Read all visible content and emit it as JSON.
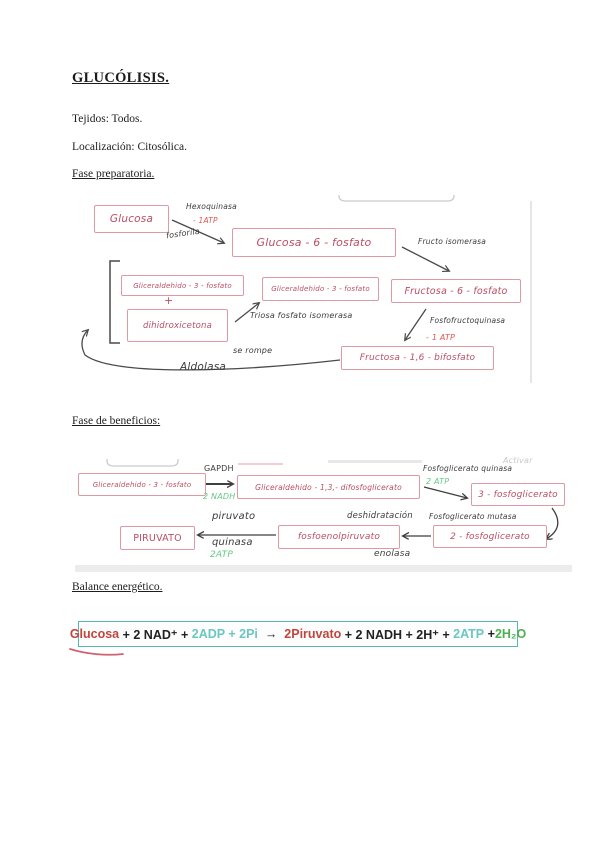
{
  "page": {
    "title": "GLUCÓLISIS.",
    "tejidos": "Tejidos: Todos.",
    "localizacion": "Localización: Citosólica.",
    "fase_preparatoria": "Fase preparatoria.",
    "fase_beneficios": "Fase de beneficios:",
    "balance": "Balance energético."
  },
  "colors": {
    "handwriting_pink": "#bb4f64",
    "box_border_pink": "#dd9aa5",
    "ink": "#3c3c3c",
    "green_cofactor": "#63c983",
    "red_atp": "#e0544f",
    "equation_border_teal": "#56b8ae"
  },
  "diagram1": {
    "glucosa": "Glucosa",
    "hexoquinasa": "Hexoquinasa",
    "minus_1atp_a": "- 1ATP",
    "fosforila": "fosforila",
    "glucosa_6_fosfato": "Glucosa - 6 - fosfato",
    "fructo_isomerasa": "Fructo isomerasa",
    "fructosa_6_fosfato": "Fructosa - 6 - fosfato",
    "fosfofructoquinasa": "Fosfofructoquinasa",
    "minus_1atp_b": "- 1 ATP",
    "fructosa_16_bifosfato": "Fructosa - 1,6 - bifosfato",
    "se_rompe": "se rompe",
    "aldolasa": "Aldolasa",
    "gliceraldehido_3_fosfato_a": "Gliceraldehido - 3 - fosfato",
    "plus": "+",
    "dihidroxicetona": "dihidroxicetona",
    "gliceraldehido_3_fosfato_b": "Gliceraldehido - 3 - fosfato",
    "triosa_fosfato_isomerasa": "Triosa fosfato isomerasa"
  },
  "diagram2": {
    "gliceraldehido_3_fosfato": "Gliceraldehido - 3 - fosfato",
    "gapdh": "GAPDH",
    "nadh": "2 NADH",
    "gliceraldehido_13_difosfoglicerato": "Gliceraldehido - 1,3,- difosfoglicerato",
    "fosfoglicerato_quinasa": "Fosfoglicerato quinasa",
    "atp_a": "2 ATP",
    "fosfoglicerato_3": "3 - fosfoglicerato",
    "fosfoglicerato_mutasa": "Fosfoglicerato mutasa",
    "fosfoglicerato_2": "2 - fosfoglicerato",
    "deshidratacion": "deshidratación",
    "enolasa": "enolasa",
    "fosfoenolpiruvato": "fosfoenolpiruvato",
    "piruvato_lbl": "piruvato",
    "quinasa": "quinasa",
    "atp_b": "2ATP",
    "piruvato": "PIRUVATO",
    "watermark": "Activar"
  },
  "equation": {
    "parts": [
      {
        "text": "Glucosa"
      },
      {
        "text": " + 2 NAD⁺ + "
      },
      {
        "text": "2ADP + 2Pi"
      },
      {
        "text": "  →  "
      },
      {
        "text": "2Piruvato"
      },
      {
        "text": " + 2 NADH + 2H⁺ + "
      },
      {
        "text": "2ATP"
      },
      {
        "text": " +"
      },
      {
        "text": "2H₂O"
      }
    ]
  }
}
